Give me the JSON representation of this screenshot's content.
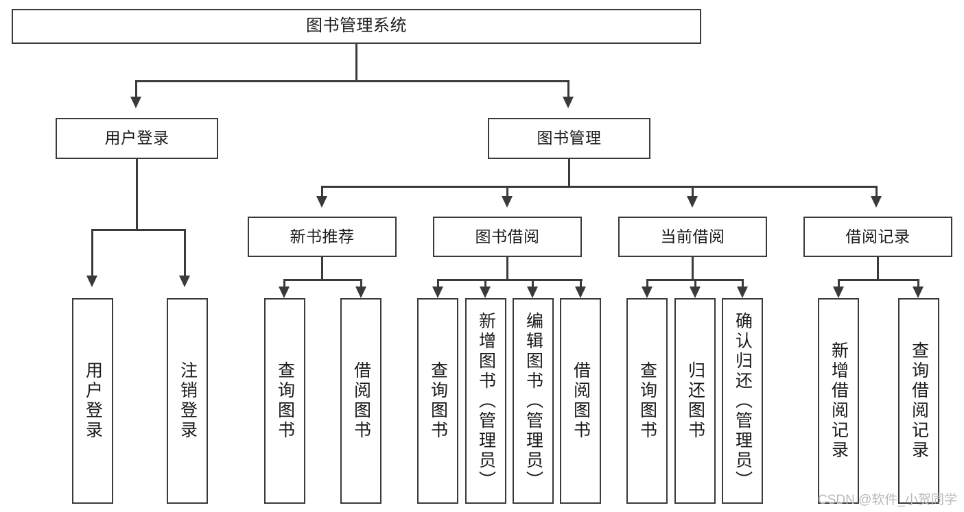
{
  "diagram": {
    "title": "图书管理系统",
    "type": "tree-hierarchy-chart",
    "root": {
      "label": "图书管理系统"
    },
    "level2": [
      {
        "label": "用户登录"
      },
      {
        "label": "图书管理"
      }
    ],
    "level3": [
      {
        "label": "新书推荐"
      },
      {
        "label": "图书借阅"
      },
      {
        "label": "当前借阅"
      },
      {
        "label": "借阅记录"
      }
    ],
    "leaves": {
      "user_login": [
        {
          "label": "用户登录"
        },
        {
          "label": "注销登录"
        }
      ],
      "new_book_recommend": [
        {
          "label": "查询图书"
        },
        {
          "label": "借阅图书"
        }
      ],
      "book_borrow": [
        {
          "label": "查询图书"
        },
        {
          "label": "新增图书（管理员）"
        },
        {
          "label": "编辑图书（管理员）"
        },
        {
          "label": "借阅图书"
        }
      ],
      "current_borrow": [
        {
          "label": "查询图书"
        },
        {
          "label": "归还图书"
        },
        {
          "label": "确认归还（管理员）"
        }
      ],
      "borrow_record": [
        {
          "label": "新增借阅记录"
        },
        {
          "label": "查询借阅记录"
        }
      ]
    }
  },
  "watermark": {
    "text": "CSDN @软件_小贺同学"
  },
  "colors": {
    "stroke": "#3a3a3a",
    "background": "#ffffff",
    "text": "#1a1a1a",
    "watermark": "#b9b9b9"
  }
}
